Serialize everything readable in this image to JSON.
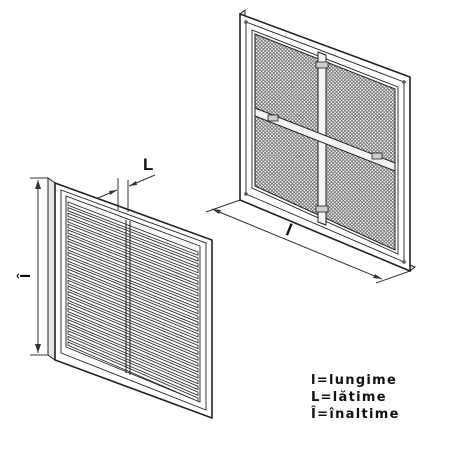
{
  "diagram": {
    "labels": {
      "depth": "L",
      "width": "l",
      "height": "Î"
    },
    "legend": [
      "l=lungime",
      "L=lătime",
      "Î=înaltime"
    ]
  }
}
